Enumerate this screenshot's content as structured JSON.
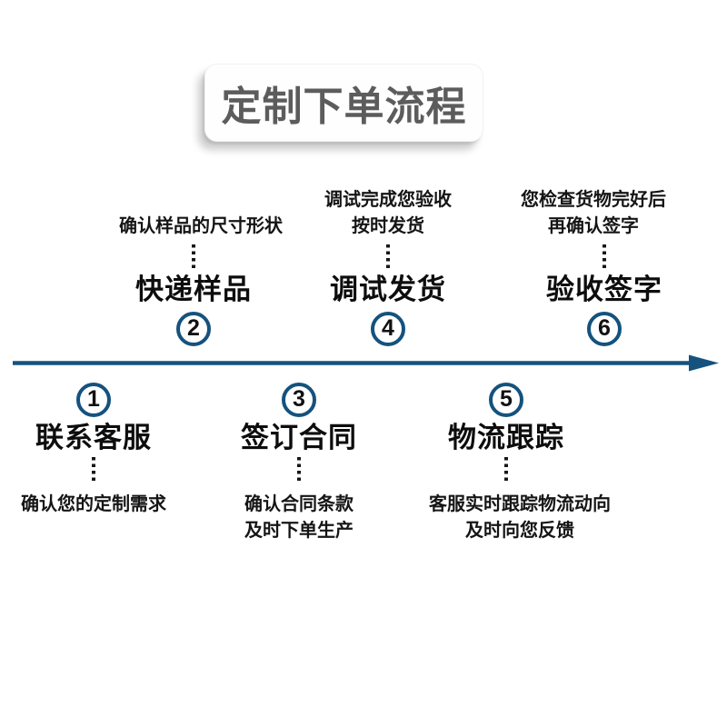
{
  "banner": {
    "title": "定制下单流程"
  },
  "timeline": {
    "direction": "left-to-right"
  },
  "steps": [
    {
      "num": "1",
      "title": "联系客服",
      "desc": [
        "确认您的定制需求"
      ],
      "side": "below"
    },
    {
      "num": "2",
      "title": "快递样品",
      "desc": [
        "确认样品的尺寸形状"
      ],
      "side": "above"
    },
    {
      "num": "3",
      "title": "签订合同",
      "desc": [
        "确认合同条款",
        "及时下单生产"
      ],
      "side": "below"
    },
    {
      "num": "4",
      "title": "调试发货",
      "desc": [
        "调试完成您验收",
        "按时发货"
      ],
      "side": "above"
    },
    {
      "num": "5",
      "title": "物流跟踪",
      "desc": [
        "客服实时跟踪物流动向",
        "及时向您反馈"
      ],
      "side": "below"
    },
    {
      "num": "6",
      "title": "验收签字",
      "desc": [
        "您检查货物完好后",
        "再确认签字"
      ],
      "side": "above"
    }
  ],
  "colors": {
    "accent_navy": "#15527e",
    "text_black": "#111111",
    "banner_text_gray": "#5c5c5c",
    "background": "#ffffff"
  }
}
